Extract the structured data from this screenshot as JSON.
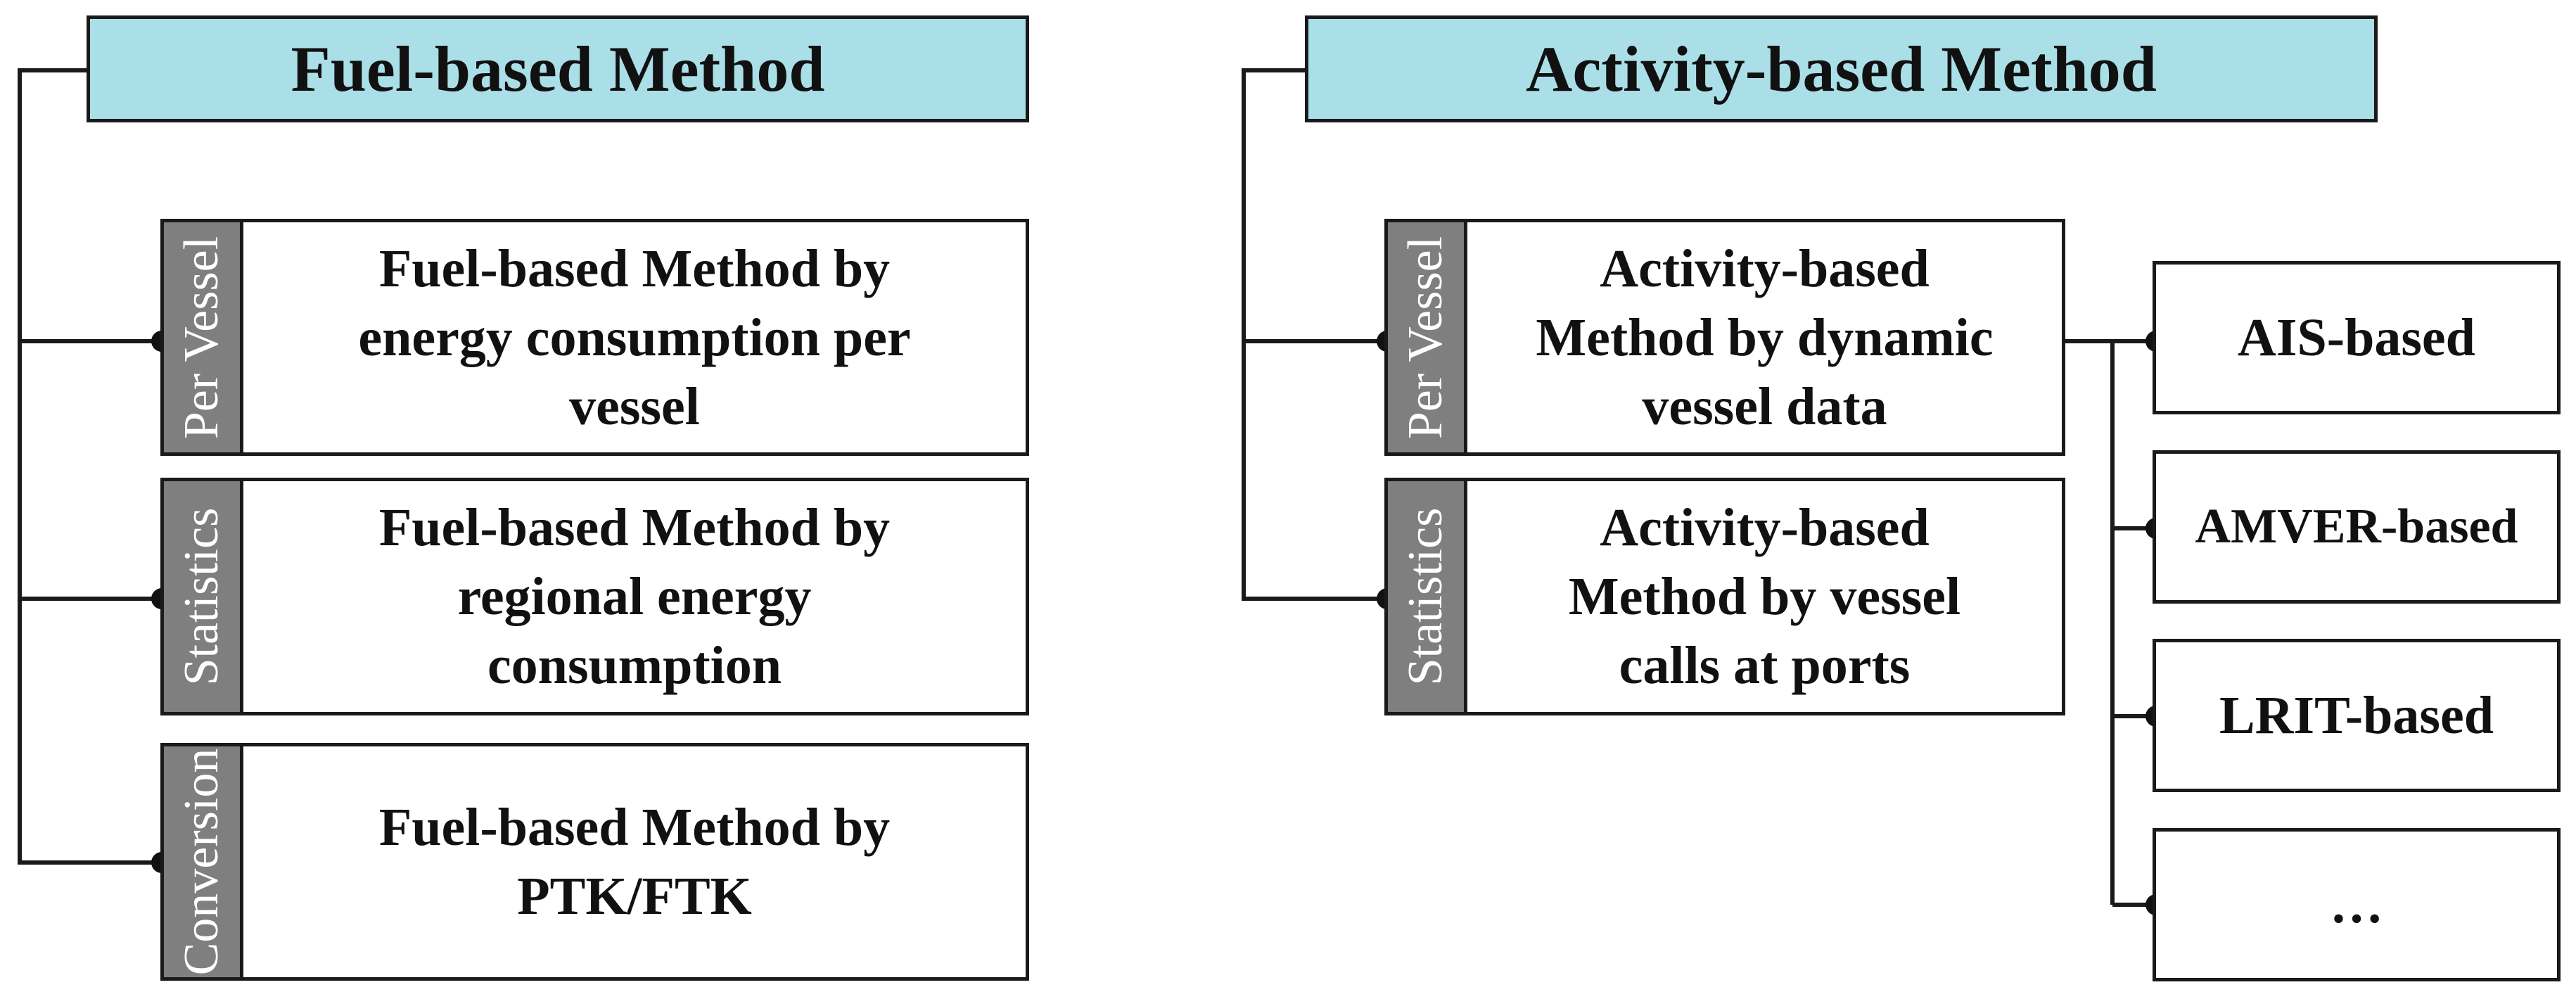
{
  "fuel": {
    "title": "Fuel-based Method",
    "boxes": [
      {
        "tab": "Per Vessel",
        "lines": [
          "Fuel-based Method by",
          "energy consumption per",
          "vessel"
        ]
      },
      {
        "tab": "Statistics",
        "lines": [
          "Fuel-based Method by",
          "regional energy",
          "consumption"
        ]
      },
      {
        "tab": "Conversion",
        "lines": [
          "Fuel-based Method by",
          "PTK/FTK"
        ]
      }
    ]
  },
  "activity": {
    "title": "Activity-based Method",
    "boxes": [
      {
        "tab": "Per Vessel",
        "lines": [
          "Activity-based",
          "Method by dynamic",
          "vessel data"
        ]
      },
      {
        "tab": "Statistics",
        "lines": [
          "Activity-based",
          "Method by vessel",
          "calls at ports"
        ]
      }
    ],
    "data_sources": [
      "AIS-based",
      "AMVER-based",
      "LRIT-based",
      "…"
    ]
  },
  "colors": {
    "title_fill": "#aadfe8",
    "tab_fill": "#7f7f7f",
    "line": "#1a1a1a"
  }
}
